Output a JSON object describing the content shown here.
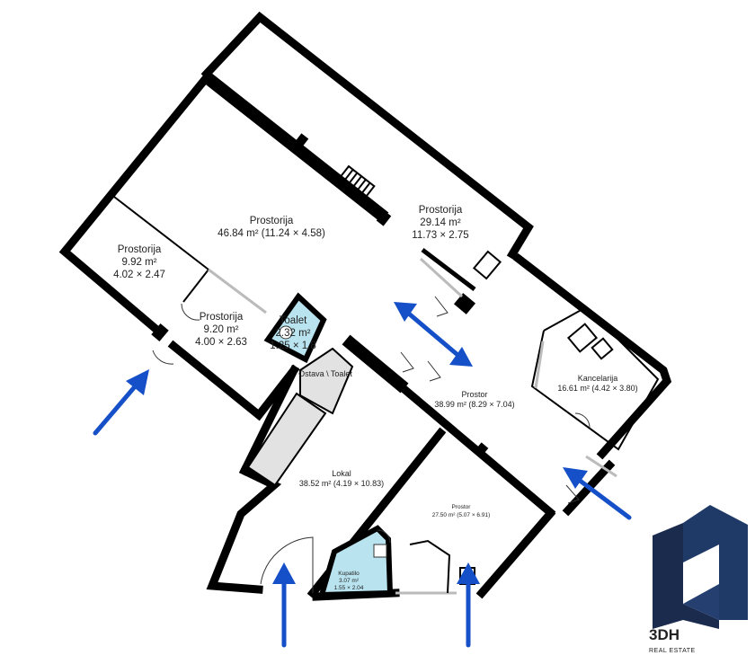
{
  "colors": {
    "wall": "#000000",
    "wet_room": "#b9e4ef",
    "storage": "#e2e2e2",
    "arrow": "#1550c8",
    "logo_dark": "#1a2b4e",
    "logo_mid": "#1f3a66"
  },
  "rooms": [
    {
      "name": "Prostorija",
      "area": "29.14 m²",
      "dims": "11.73 × 2.75"
    },
    {
      "name": "Prostorija",
      "area": "46.84 m² (11.24 × 4.58)"
    },
    {
      "name": "Prostorija",
      "area": "9.92 m²",
      "dims": "4.02 × 2.47"
    },
    {
      "name": "Prostorija",
      "area": "9.20 m²",
      "dims": "4.00 × 2.63"
    },
    {
      "name": "Toalet",
      "area": "2.32 m²",
      "dims": "1.25 × 1.8"
    },
    {
      "name": "Ostava \\ Toalet"
    },
    {
      "name": "Kancelarija",
      "area": "16.61 m² (4.42 × 3.80)"
    },
    {
      "name": "Prostor",
      "area": "38.99 m² (8.29 × 7.04)"
    },
    {
      "name": "Lokal",
      "area": "38.52 m² (4.19 × 10.83)"
    },
    {
      "name": "Prostor",
      "area": "27.50 m² (5.07 × 6.91)"
    },
    {
      "name": "Kupatilo",
      "area": "3.07 m²",
      "dims": "1.55 × 2.04"
    }
  ],
  "entrance_arrows": [
    {
      "id": "arrow-west",
      "icon": "entrance-arrow-icon"
    },
    {
      "id": "arrow-double",
      "icon": "double-arrow-icon"
    },
    {
      "id": "arrow-east",
      "icon": "entrance-arrow-icon"
    },
    {
      "id": "arrow-bottom-left",
      "icon": "entrance-arrow-icon"
    },
    {
      "id": "arrow-bottom-right",
      "icon": "entrance-arrow-icon"
    }
  ],
  "logo": {
    "icon": "house-logo-icon",
    "brand": "3DH",
    "tagline": "REAL ESTATE"
  }
}
